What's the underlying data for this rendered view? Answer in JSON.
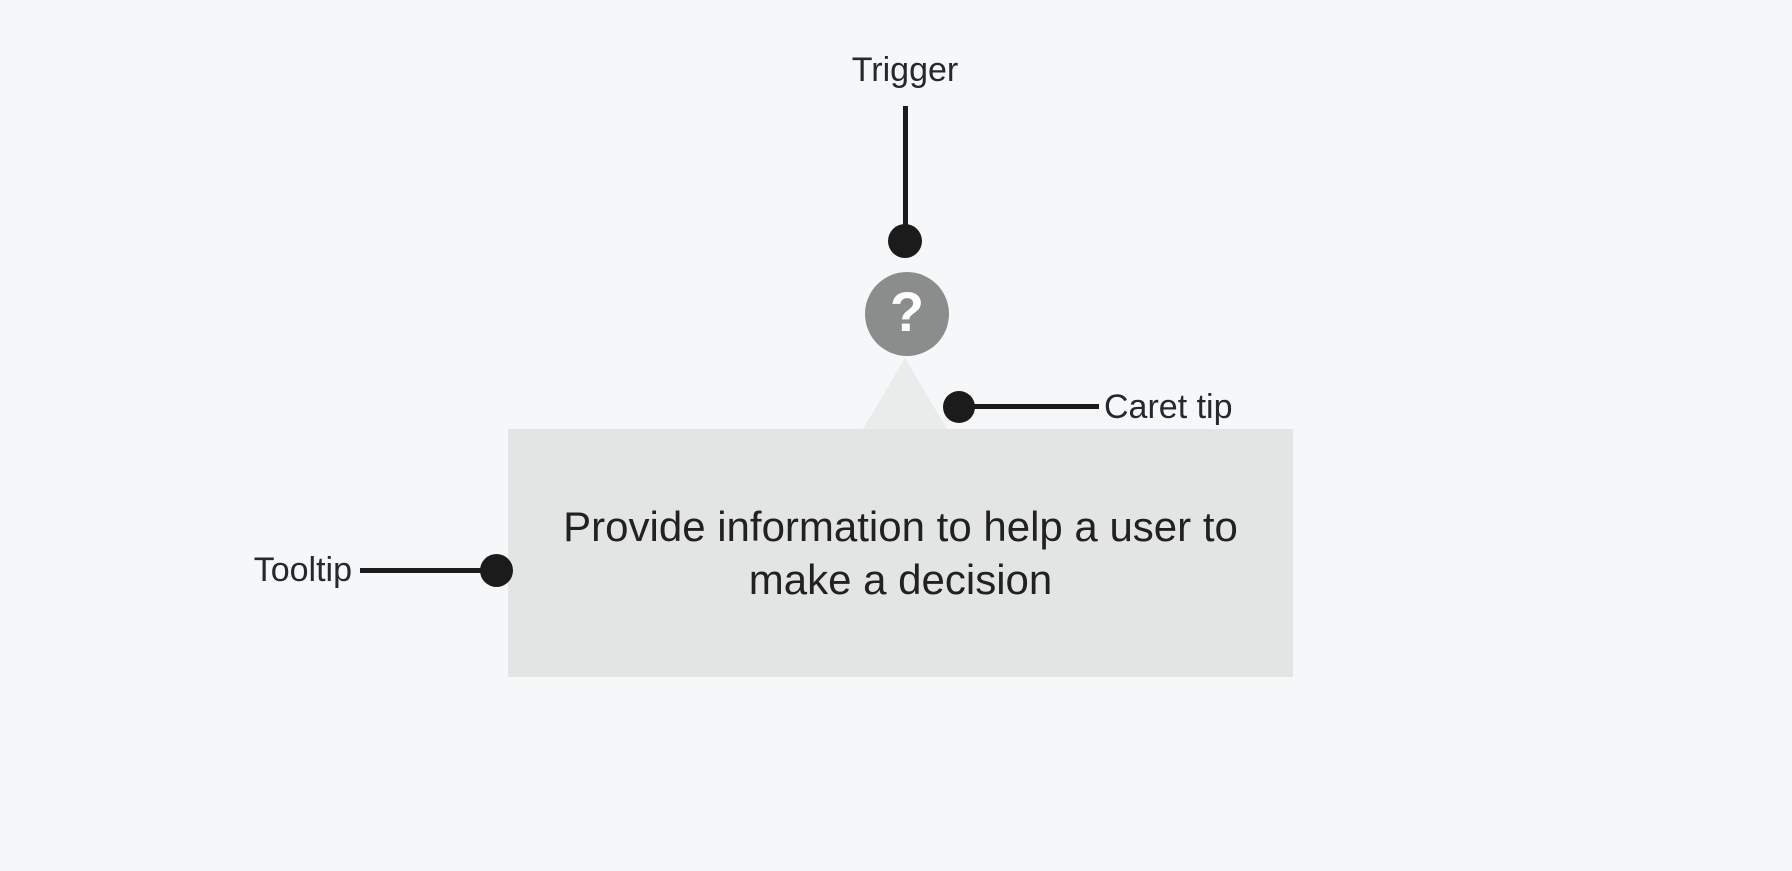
{
  "canvas": {
    "background": "#f6f7f9"
  },
  "annotations": {
    "trigger": {
      "label": "Trigger"
    },
    "caret_tip": {
      "label": "Caret tip"
    },
    "tooltip": {
      "label": "Tooltip"
    }
  },
  "tooltip_component": {
    "trigger_icon": {
      "glyph": "?",
      "background": "#8b8d8d",
      "glyph_color": "#ffffff"
    },
    "caret": {
      "color": "#eaebeb"
    },
    "body": {
      "text": "Provide information to help a user to make a decision",
      "lines": [
        "Provide information to help a user to",
        "make a decision"
      ],
      "background": "#e3e4e4",
      "text_color": "#212121"
    }
  },
  "colors": {
    "annotation_ink": "#1b1b1b",
    "label_text": "#26282b"
  }
}
